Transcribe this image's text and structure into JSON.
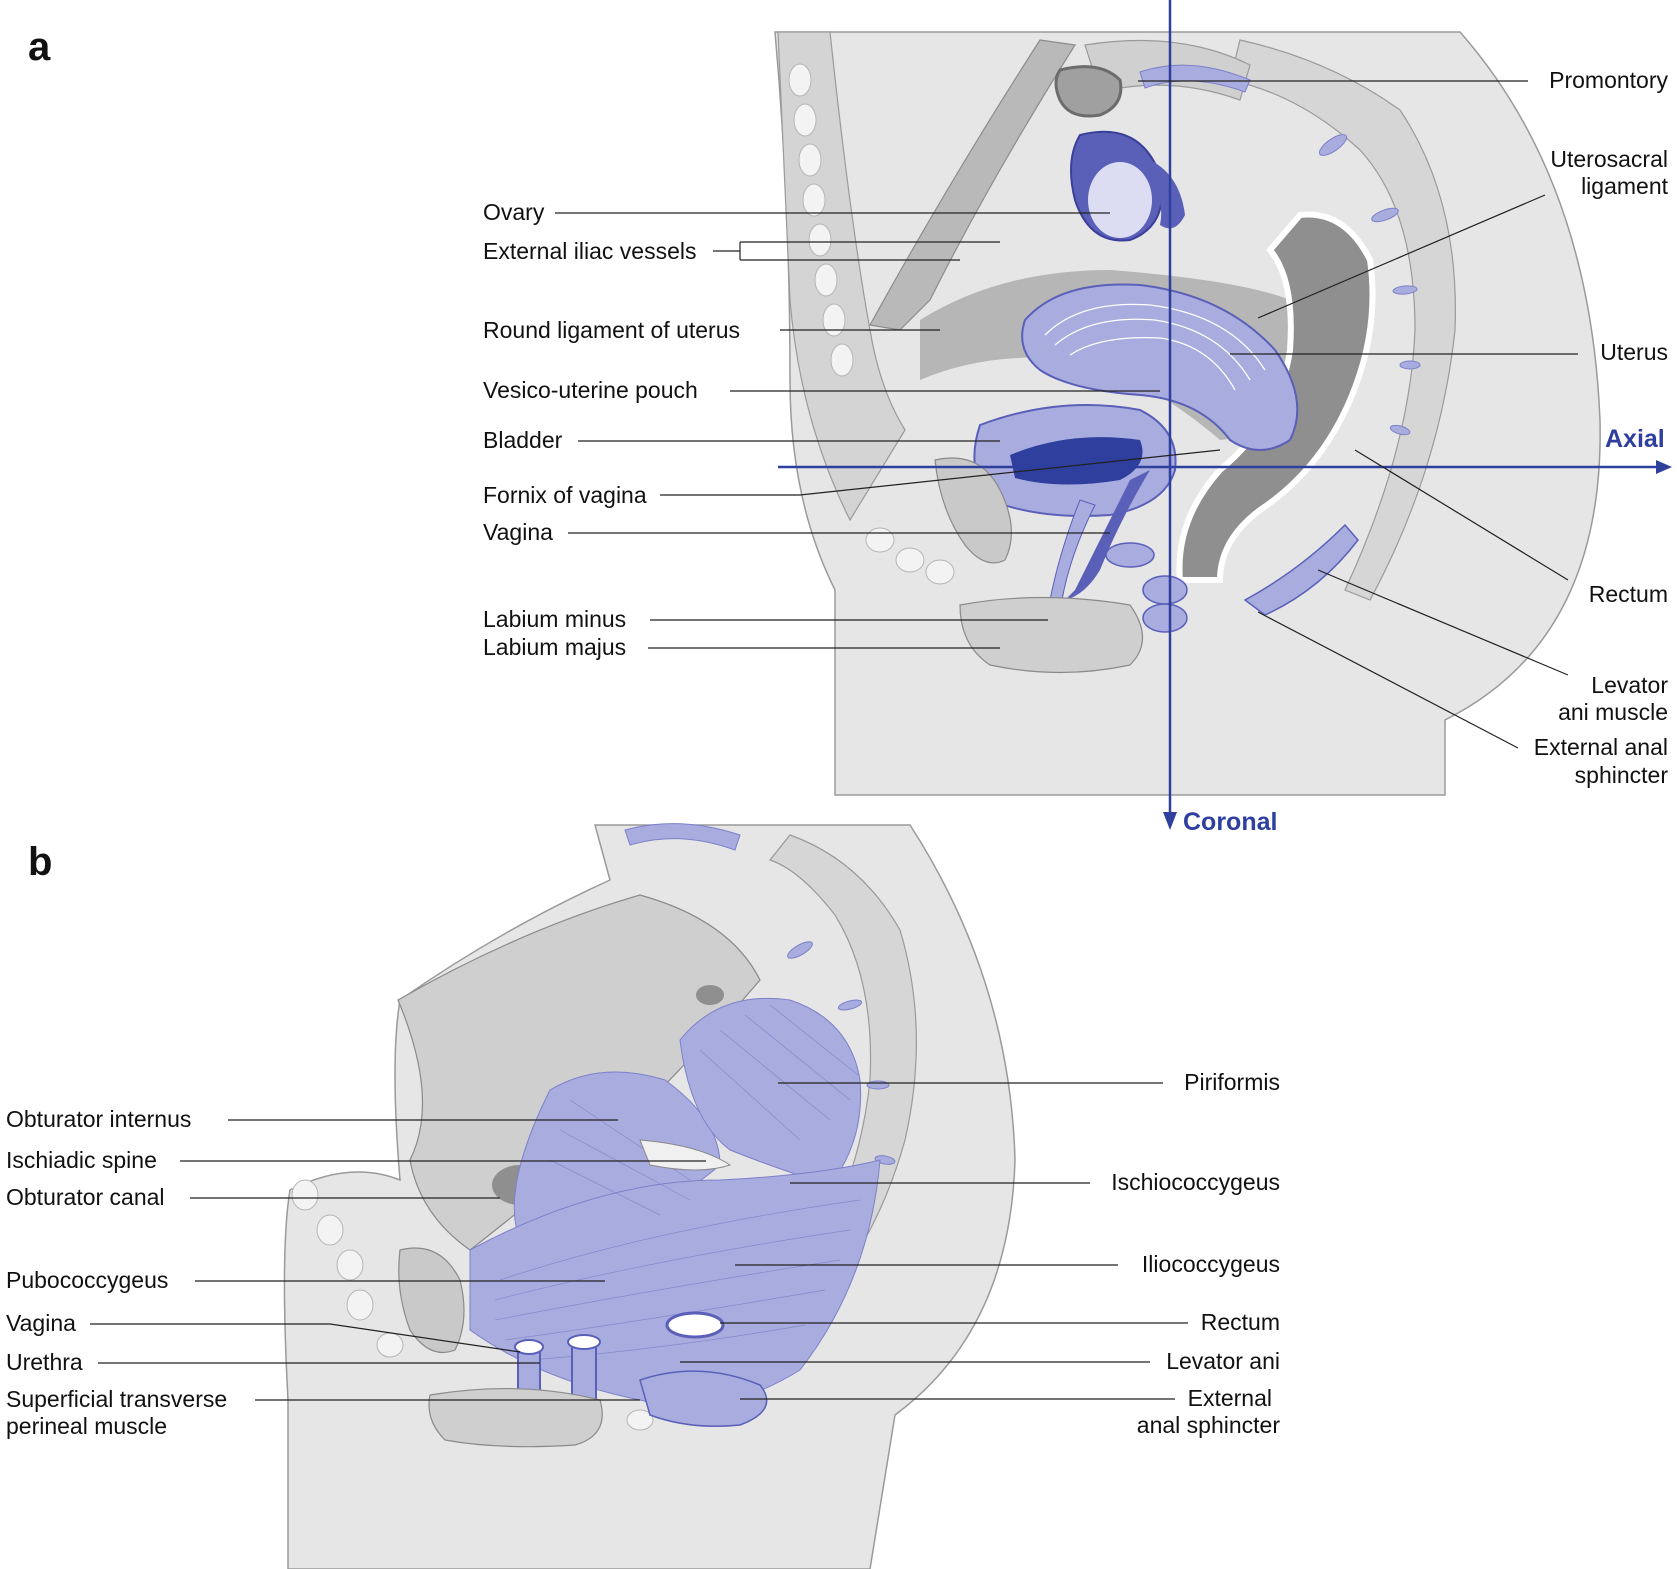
{
  "panels": {
    "a": {
      "letter": "a"
    },
    "b": {
      "letter": "b"
    }
  },
  "axes": {
    "axial": "Axial",
    "coronal": "Coronal",
    "color": "#2e3f9e"
  },
  "colors": {
    "muscle": "#a8acdf",
    "muscle_dark": "#5a60b8",
    "tissue": "#e6e6e6",
    "tissue_dark": "#bdbdbd",
    "cavity": "#9a9a9a"
  },
  "labels_a_left": {
    "ovary": "Ovary",
    "external_iliac_vessels": "External iliac vessels",
    "round_ligament": "Round ligament of uterus",
    "vesico_uterine_pouch": "Vesico-uterine pouch",
    "bladder": "Bladder",
    "fornix_of_vagina": "Fornix of vagina",
    "vagina": "Vagina",
    "labium_minus": "Labium  minus",
    "labium_majus": "Labium majus"
  },
  "labels_a_right": {
    "promontory": "Promontory",
    "uterosacral_1": "Uterosacral",
    "uterosacral_2": "ligament",
    "uterus": "Uterus",
    "rectum": "Rectum",
    "levator_1": "Levator",
    "levator_2": "ani muscle",
    "ext_anal_1": "External anal",
    "ext_anal_2": "sphincter"
  },
  "labels_b_left": {
    "obturator_internus": "Obturator internus",
    "ischiadic_spine": "Ischiadic spine",
    "obturator_canal": "Obturator canal",
    "pubococcygeus": "Pubococcygeus",
    "vagina": "Vagina",
    "urethra": "Urethra",
    "superficial_1": "Superficial transverse",
    "superficial_2": "perineal muscle"
  },
  "labels_b_right": {
    "piriformis": "Piriformis",
    "ischiococcygeus": "Ischiococcygeus",
    "iliococcygeus": "Iliococcygeus",
    "rectum": "Rectum",
    "levator_ani": "Levator ani",
    "ext_anal_1": "External",
    "ext_anal_2": "anal sphincter"
  }
}
